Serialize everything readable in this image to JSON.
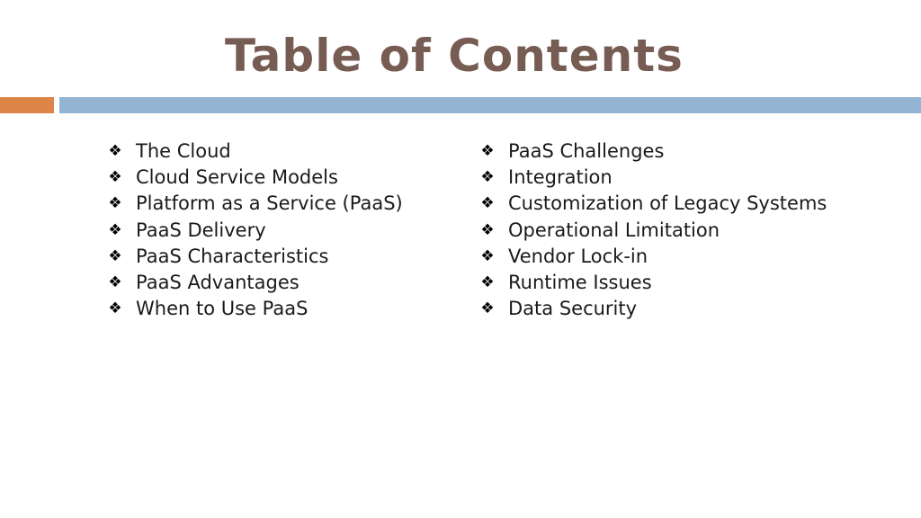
{
  "slide": {
    "title": "Table of Contents",
    "colors": {
      "title": "#765c52",
      "accent_orange": "#dd8447",
      "accent_blue": "#93b5d3"
    },
    "bullet_icon": "diamond-cluster-icon",
    "left_items": [
      "The Cloud",
      "Cloud Service Models",
      "Platform as a Service (PaaS)",
      "PaaS Delivery",
      "PaaS Characteristics",
      "PaaS Advantages",
      "When to Use PaaS"
    ],
    "right_items": [
      "PaaS Challenges",
      "Integration",
      "Customization of Legacy Systems",
      "Operational Limitation",
      "Vendor Lock-in",
      "Runtime Issues",
      "Data Security"
    ]
  }
}
